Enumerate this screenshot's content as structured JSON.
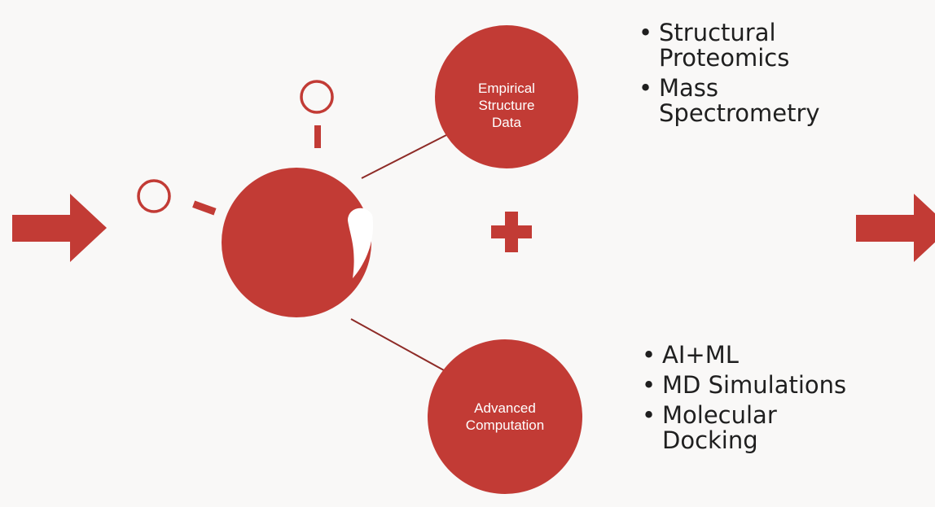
{
  "nodes": {
    "empirical": {
      "line1": "Empirical",
      "line2": "Structure",
      "line3": "Data",
      "bullets": [
        "Structural Proteomics",
        "Mass Spectrometry"
      ]
    },
    "advanced": {
      "line1": "Advanced",
      "line2": "Computation",
      "bullets": [
        "AI+ML",
        "MD Simulations",
        "Molecular Docking"
      ]
    }
  },
  "colors": {
    "accent": "#c23b35",
    "connector": "#8e2b27",
    "background": "#f9f8f7",
    "text": "#1f1f1f"
  },
  "icons": [
    "right-arrow-icon",
    "plus-icon",
    "molecule-icon"
  ]
}
